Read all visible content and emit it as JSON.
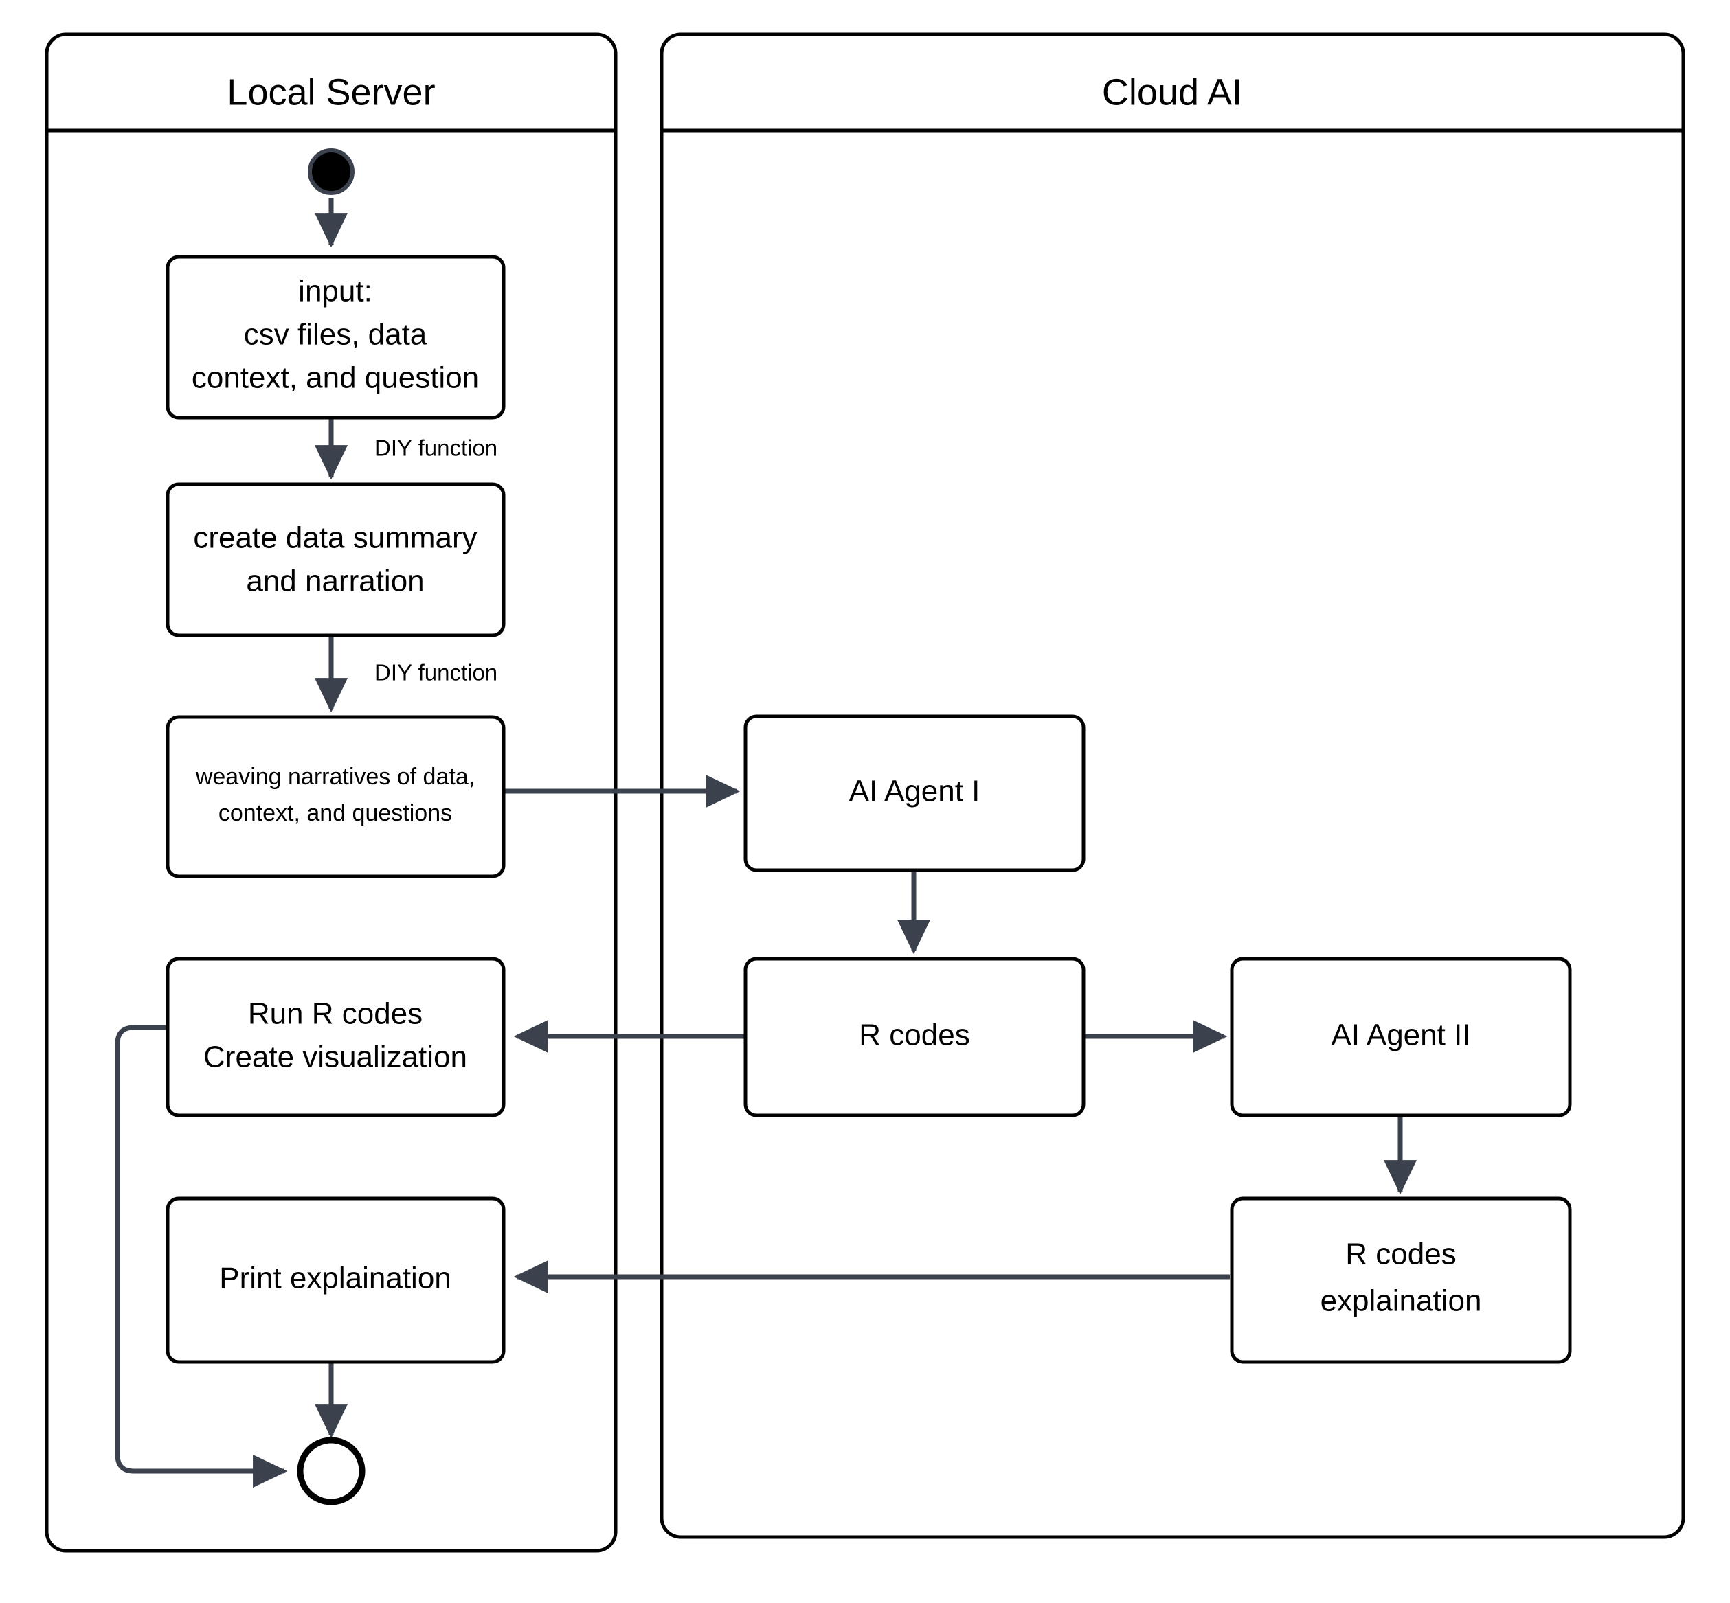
{
  "diagram": {
    "type": "uml-activity-diagram",
    "partitions": [
      {
        "id": "local-server",
        "title": "Local Server"
      },
      {
        "id": "cloud-ai",
        "title": "Cloud AI"
      }
    ],
    "nodes": {
      "start": {
        "kind": "initial-node",
        "partition": "local-server"
      },
      "input": {
        "kind": "activity",
        "partition": "local-server",
        "lines": [
          "input:",
          "csv files, data",
          "context, and question"
        ]
      },
      "summary": {
        "kind": "activity",
        "partition": "local-server",
        "lines": [
          "create data summary",
          "and narration"
        ]
      },
      "weaving": {
        "kind": "activity",
        "partition": "local-server",
        "lines": [
          "weaving narratives of data,",
          "context, and questions"
        ]
      },
      "run_r": {
        "kind": "activity",
        "partition": "local-server",
        "lines": [
          "Run R codes",
          "Create visualization"
        ]
      },
      "print_explanation": {
        "kind": "activity",
        "partition": "local-server",
        "lines": [
          "Print explaination"
        ]
      },
      "end": {
        "kind": "final-node",
        "partition": "local-server"
      },
      "agent_one": {
        "kind": "activity",
        "partition": "cloud-ai",
        "lines": [
          "AI Agent I"
        ]
      },
      "r_codes": {
        "kind": "activity",
        "partition": "cloud-ai",
        "lines": [
          "R codes"
        ]
      },
      "agent_two": {
        "kind": "activity",
        "partition": "cloud-ai",
        "lines": [
          "AI Agent II"
        ]
      },
      "r_codes_explanation": {
        "kind": "activity",
        "partition": "cloud-ai",
        "lines": [
          "R codes",
          "explaination"
        ]
      }
    },
    "edges": [
      {
        "from": "start",
        "to": "input",
        "label": ""
      },
      {
        "from": "input",
        "to": "summary",
        "label": "DIY function"
      },
      {
        "from": "summary",
        "to": "weaving",
        "label": "DIY function"
      },
      {
        "from": "weaving",
        "to": "agent_one",
        "label": ""
      },
      {
        "from": "agent_one",
        "to": "r_codes",
        "label": ""
      },
      {
        "from": "r_codes",
        "to": "run_r",
        "label": ""
      },
      {
        "from": "r_codes",
        "to": "agent_two",
        "label": ""
      },
      {
        "from": "agent_two",
        "to": "r_codes_explanation",
        "label": ""
      },
      {
        "from": "r_codes_explanation",
        "to": "print_explanation",
        "label": ""
      },
      {
        "from": "print_explanation",
        "to": "end",
        "label": ""
      },
      {
        "from": "run_r",
        "to": "end",
        "label": ""
      }
    ],
    "colors": {
      "background": "#ffffff",
      "node_stroke": "#000000",
      "node_fill": "#ffffff",
      "edge_stroke": "#3b414d",
      "text": "#000000"
    }
  }
}
